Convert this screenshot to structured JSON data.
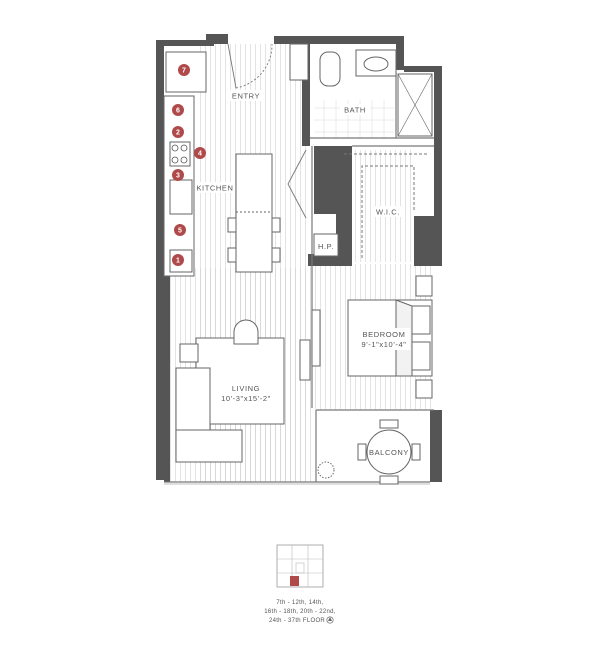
{
  "rooms": {
    "entry": "ENTRY",
    "bath": "BATH",
    "kitchen": "KITCHEN",
    "wic": "W.I.C.",
    "hp": "H.P.",
    "bedroom": "BEDROOM",
    "bedroom_dim": "9'-1\"x10'-4\"",
    "living": "LIVING",
    "living_dim": "10'-3\"x15'-2\"",
    "balcony": "BALCONY"
  },
  "appliance_markers": [
    "1",
    "2",
    "3",
    "4",
    "5",
    "6",
    "7"
  ],
  "colors": {
    "wall": "#555555",
    "marker": "#b04a4a",
    "floor_lines": "#cfcfcf"
  },
  "key_plan": {
    "caption_line1": "7th - 12th, 14th,",
    "caption_line2": "16th - 18th, 20th - 22nd,",
    "caption_line3": "24th - 37th FLOOR",
    "compass": "north-arrow"
  }
}
